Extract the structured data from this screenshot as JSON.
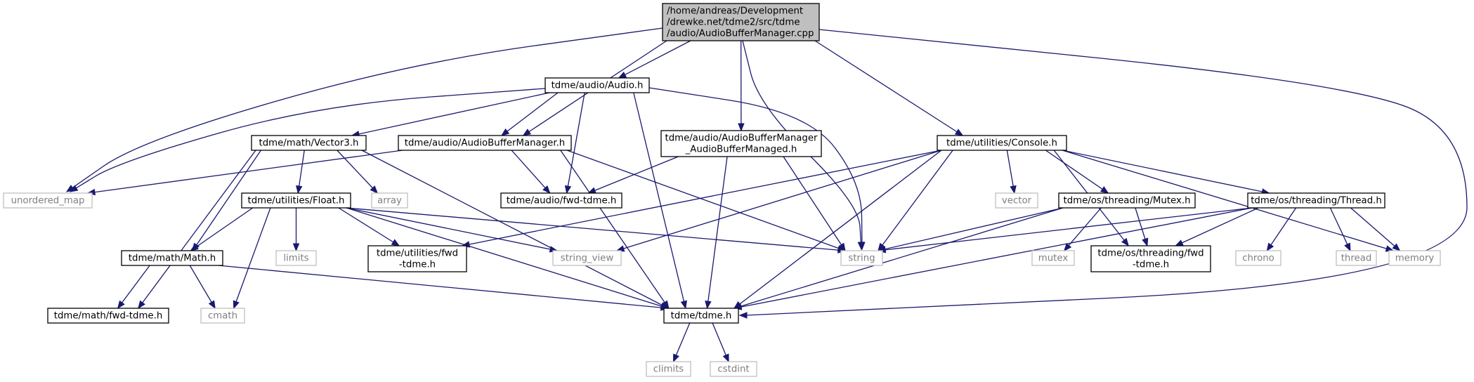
{
  "colors": {
    "edge": "#191970",
    "node_border": "#000000",
    "system_border": "#bfbfbf",
    "root_fill": "#bfbfbf",
    "text": "#000000",
    "system_text": "#808080"
  },
  "nodes": [
    {
      "id": "root",
      "kind": "root",
      "lines": [
        "/home/andreas/Development",
        "/drewke.net/tdme2/src/tdme",
        "/audio/AudioBufferManager.cpp"
      ]
    },
    {
      "id": "audio_h",
      "kind": "project",
      "lines": [
        "tdme/audio/Audio.h"
      ]
    },
    {
      "id": "abm_h",
      "kind": "project",
      "lines": [
        "tdme/audio/AudioBufferManager.h"
      ]
    },
    {
      "id": "abmm_h",
      "kind": "project",
      "lines": [
        "tdme/audio/AudioBufferManager",
        "_AudioBufferManaged.h"
      ]
    },
    {
      "id": "console_h",
      "kind": "project",
      "lines": [
        "tdme/utilities/Console.h"
      ]
    },
    {
      "id": "vector3_h",
      "kind": "project",
      "lines": [
        "tdme/math/Vector3.h"
      ]
    },
    {
      "id": "unordered_map",
      "kind": "system",
      "lines": [
        "unordered_map"
      ]
    },
    {
      "id": "audio_fwd",
      "kind": "project",
      "lines": [
        "tdme/audio/fwd-tdme.h"
      ]
    },
    {
      "id": "float_h",
      "kind": "project",
      "lines": [
        "tdme/utilities/Float.h"
      ]
    },
    {
      "id": "array",
      "kind": "system",
      "lines": [
        "array"
      ]
    },
    {
      "id": "vector",
      "kind": "system",
      "lines": [
        "vector"
      ]
    },
    {
      "id": "mutex_h",
      "kind": "project",
      "lines": [
        "tdme/os/threading/Mutex.h"
      ]
    },
    {
      "id": "thread_h",
      "kind": "project",
      "lines": [
        "tdme/os/threading/Thread.h"
      ]
    },
    {
      "id": "math_h",
      "kind": "project",
      "lines": [
        "tdme/math/Math.h"
      ]
    },
    {
      "id": "limits",
      "kind": "system",
      "lines": [
        "limits"
      ]
    },
    {
      "id": "util_fwd",
      "kind": "project",
      "lines": [
        "tdme/utilities/fwd",
        "-tdme.h"
      ]
    },
    {
      "id": "string_view",
      "kind": "system",
      "lines": [
        "string_view"
      ]
    },
    {
      "id": "string",
      "kind": "system",
      "lines": [
        "string"
      ]
    },
    {
      "id": "mutex",
      "kind": "system",
      "lines": [
        "mutex"
      ]
    },
    {
      "id": "thread_fwd",
      "kind": "project",
      "lines": [
        "tdme/os/threading/fwd",
        "-tdme.h"
      ]
    },
    {
      "id": "chrono",
      "kind": "system",
      "lines": [
        "chrono"
      ]
    },
    {
      "id": "thread",
      "kind": "system",
      "lines": [
        "thread"
      ]
    },
    {
      "id": "memory",
      "kind": "system",
      "lines": [
        "memory"
      ]
    },
    {
      "id": "math_fwd",
      "kind": "project",
      "lines": [
        "tdme/math/fwd-tdme.h"
      ]
    },
    {
      "id": "cmath",
      "kind": "system",
      "lines": [
        "cmath"
      ]
    },
    {
      "id": "tdme_h",
      "kind": "project",
      "lines": [
        "tdme/tdme.h"
      ]
    },
    {
      "id": "climits",
      "kind": "system",
      "lines": [
        "climits"
      ]
    },
    {
      "id": "cstdint",
      "kind": "system",
      "lines": [
        "cstdint"
      ]
    }
  ],
  "edges": [
    [
      "root",
      "audio_h"
    ],
    [
      "root",
      "abm_h"
    ],
    [
      "root",
      "abmm_h"
    ],
    [
      "root",
      "console_h"
    ],
    [
      "root",
      "unordered_map"
    ],
    [
      "root",
      "string"
    ],
    [
      "root",
      "tdme_h"
    ],
    [
      "audio_h",
      "vector3_h"
    ],
    [
      "audio_h",
      "abm_h"
    ],
    [
      "audio_h",
      "unordered_map"
    ],
    [
      "audio_h",
      "audio_fwd"
    ],
    [
      "audio_h",
      "string"
    ],
    [
      "audio_h",
      "tdme_h"
    ],
    [
      "vector3_h",
      "float_h"
    ],
    [
      "vector3_h",
      "array"
    ],
    [
      "vector3_h",
      "math_h"
    ],
    [
      "vector3_h",
      "math_fwd"
    ],
    [
      "vector3_h",
      "tdme_h"
    ],
    [
      "abm_h",
      "unordered_map"
    ],
    [
      "abm_h",
      "audio_fwd"
    ],
    [
      "abm_h",
      "string"
    ],
    [
      "abm_h",
      "tdme_h"
    ],
    [
      "abmm_h",
      "audio_fwd"
    ],
    [
      "abmm_h",
      "string"
    ],
    [
      "abmm_h",
      "tdme_h"
    ],
    [
      "console_h",
      "vector"
    ],
    [
      "console_h",
      "mutex_h"
    ],
    [
      "console_h",
      "thread_h"
    ],
    [
      "console_h",
      "memory"
    ],
    [
      "console_h",
      "util_fwd"
    ],
    [
      "console_h",
      "string_view"
    ],
    [
      "console_h",
      "string"
    ],
    [
      "console_h",
      "tdme_h"
    ],
    [
      "console_h",
      "thread_fwd"
    ],
    [
      "float_h",
      "limits"
    ],
    [
      "float_h",
      "util_fwd"
    ],
    [
      "float_h",
      "string_view"
    ],
    [
      "float_h",
      "string"
    ],
    [
      "float_h",
      "math_h"
    ],
    [
      "float_h",
      "cmath"
    ],
    [
      "float_h",
      "tdme_h"
    ],
    [
      "mutex_h",
      "string"
    ],
    [
      "mutex_h",
      "mutex"
    ],
    [
      "mutex_h",
      "thread_fwd"
    ],
    [
      "mutex_h",
      "tdme_h"
    ],
    [
      "thread_h",
      "string"
    ],
    [
      "thread_h",
      "thread_fwd"
    ],
    [
      "thread_h",
      "chrono"
    ],
    [
      "thread_h",
      "thread"
    ],
    [
      "thread_h",
      "memory"
    ],
    [
      "thread_h",
      "tdme_h"
    ],
    [
      "math_h",
      "math_fwd"
    ],
    [
      "math_h",
      "cmath"
    ],
    [
      "math_h",
      "tdme_h"
    ],
    [
      "tdme_h",
      "climits"
    ],
    [
      "tdme_h",
      "cstdint"
    ]
  ]
}
